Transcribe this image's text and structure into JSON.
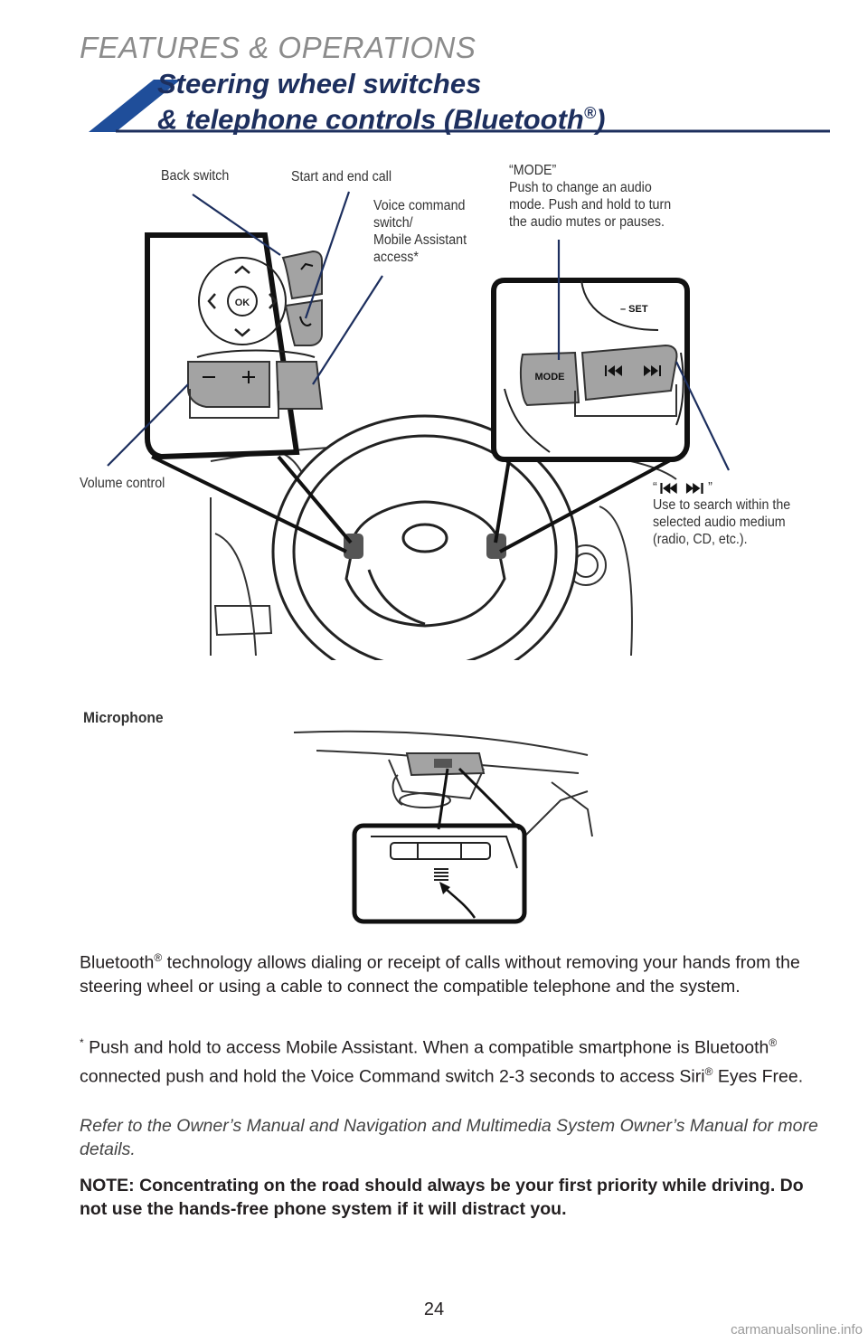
{
  "header": {
    "section": "FEATURES & OPERATIONS",
    "title_line1": "Steering wheel switches",
    "title_line2": "& telephone controls (Bluetooth",
    "title_reg": "®",
    "title_close": ")"
  },
  "callouts": {
    "back_switch": "Back switch",
    "start_end_call": "Start and end call",
    "voice_command": [
      "Voice command",
      "switch/",
      "Mobile Assistant",
      "access*"
    ],
    "mode": [
      "“MODE”",
      "Push to change an audio",
      "mode. Push and hold to turn",
      "the audio mutes or pauses."
    ],
    "volume_control": "Volume control",
    "seek_open": "“",
    "seek_close": "”",
    "seek_desc": [
      "Use to search within the",
      "selected audio medium",
      "(radio, CD, etc.)."
    ]
  },
  "button_labels": {
    "ok": "OK",
    "mode": "MODE",
    "set": "– SET"
  },
  "microphone_label": "Microphone",
  "body": {
    "p1_a": "Bluetooth",
    "p1_reg": "®",
    "p1_b": " technology allows dialing or receipt of calls without removing your hands from the steering wheel or using a cable to connect the compatible telephone and the system.",
    "p2_star": "*",
    "p2_a": " Push and hold to access Mobile Assistant. When a compatible smartphone is Bluetooth",
    "p2_reg1": "®",
    "p2_b": " connected push and hold the Voice Command switch 2-3 seconds to access Siri",
    "p2_reg2": "®",
    "p2_c": " Eyes Free.",
    "p3": "Refer to the Owner’s Manual and Navigation and Multimedia System Owner’s Manual for more details.",
    "p4": "NOTE: Concentrating on the road should always be your first priority while driving. Do not use the hands-free phone system if it will distract you."
  },
  "page_number": "24",
  "watermark": "carmanualsonline.info",
  "colors": {
    "navy": "#1d2f5e",
    "accent_blue": "#1f4e9a",
    "gray_title": "#8c8c8c",
    "button_gray": "#9a9a9a"
  }
}
